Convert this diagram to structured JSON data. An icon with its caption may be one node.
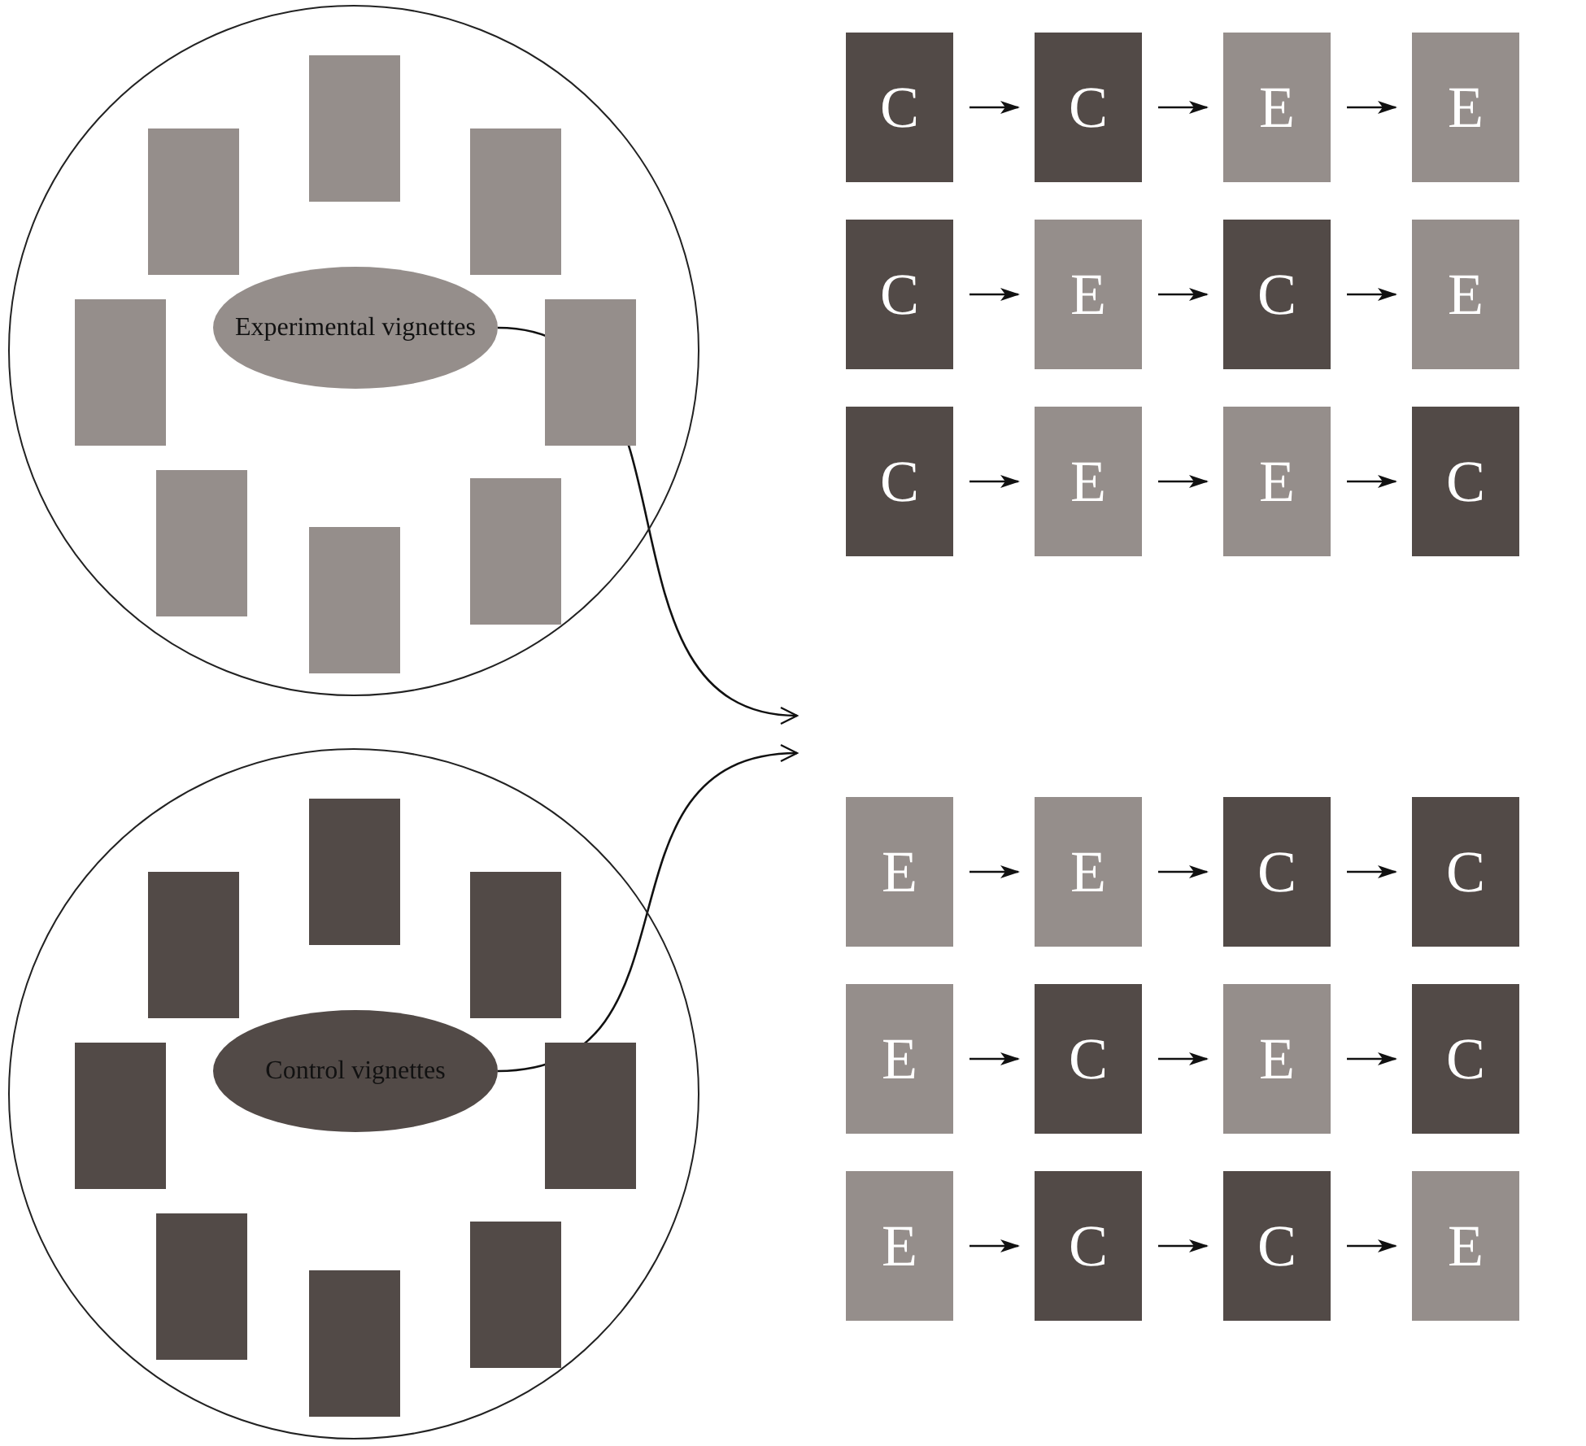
{
  "diagram": {
    "nodes": [
      {
        "text": [],
        "shape": "circle"
      },
      {
        "text": [],
        "shape": "box",
        "in": 0
      },
      {
        "text": [],
        "shape": "box",
        "in": 0
      },
      {
        "text": [],
        "shape": "box",
        "in": 0
      },
      {
        "text": [],
        "shape": "box",
        "in": 0
      },
      {
        "text": [],
        "shape": "box",
        "in": 0
      },
      {
        "text": [],
        "shape": "box",
        "in": 0
      },
      {
        "text": [],
        "shape": "box",
        "in": 0
      },
      {
        "text": [],
        "shape": "box",
        "in": 0
      },
      {
        "text": [
          "Experimental vignettes"
        ],
        "in": 0
      },
      {
        "text": [],
        "shape": "circle"
      },
      {
        "text": [],
        "shape": "box",
        "in": 10
      },
      {
        "text": [],
        "shape": "box",
        "in": 10
      },
      {
        "text": [],
        "shape": "box",
        "in": 10
      },
      {
        "text": [],
        "shape": "box",
        "in": 10
      },
      {
        "text": [],
        "shape": "box",
        "in": 10
      },
      {
        "text": [],
        "shape": "box",
        "in": 10
      },
      {
        "text": [],
        "shape": "box",
        "in": 10
      },
      {
        "text": [],
        "shape": "box",
        "in": 10
      },
      {
        "text": [
          "Control vignettes"
        ],
        "in": 10
      },
      {
        "text": [
          "C"
        ]
      },
      {
        "text": [
          "C"
        ]
      },
      {
        "text": [
          "E"
        ]
      },
      {
        "text": [
          "E"
        ]
      },
      {
        "text": [
          "C"
        ]
      },
      {
        "text": [
          "E"
        ]
      },
      {
        "text": [
          "C"
        ]
      },
      {
        "text": [
          "E"
        ]
      },
      {
        "text": [
          "C"
        ]
      },
      {
        "text": [
          "E"
        ]
      },
      {
        "text": [
          "E"
        ]
      },
      {
        "text": [
          "C"
        ]
      },
      {
        "text": [
          "E"
        ]
      },
      {
        "text": [
          "E"
        ]
      },
      {
        "text": [
          "C"
        ]
      },
      {
        "text": [
          "C"
        ]
      },
      {
        "text": [
          "E"
        ]
      },
      {
        "text": [
          "C"
        ]
      },
      {
        "text": [
          "E"
        ]
      },
      {
        "text": [
          "C"
        ]
      },
      {
        "text": [
          "E"
        ]
      },
      {
        "text": [
          "C"
        ]
      },
      {
        "text": [
          "C"
        ]
      },
      {
        "text": [
          "E"
        ]
      }
    ],
    "edges": [
      {
        "from": 9,
        "to": null,
        "arrow": "to"
      },
      {
        "from": 19,
        "to": null,
        "arrow": "to"
      },
      {
        "from": 20,
        "to": 21,
        "arrow": "to"
      },
      {
        "from": 21,
        "to": 22,
        "arrow": "to"
      },
      {
        "from": 22,
        "to": 23,
        "arrow": "to"
      },
      {
        "from": 24,
        "to": 25,
        "arrow": "to"
      },
      {
        "from": 25,
        "to": 26,
        "arrow": "to"
      },
      {
        "from": 26,
        "to": 27,
        "arrow": "to"
      },
      {
        "from": 28,
        "to": 29,
        "arrow": "to"
      },
      {
        "from": 29,
        "to": 30,
        "arrow": "to"
      },
      {
        "from": 30,
        "to": 31,
        "arrow": "to"
      },
      {
        "from": 32,
        "to": 33,
        "arrow": "to"
      },
      {
        "from": 33,
        "to": 34,
        "arrow": "to"
      },
      {
        "from": 34,
        "to": 35,
        "arrow": "to"
      },
      {
        "from": 36,
        "to": 37,
        "arrow": "to"
      },
      {
        "from": 37,
        "to": 38,
        "arrow": "to"
      },
      {
        "from": 38,
        "to": 39,
        "arrow": "to"
      },
      {
        "from": 40,
        "to": 41,
        "arrow": "to"
      },
      {
        "from": 41,
        "to": 42,
        "arrow": "to"
      },
      {
        "from": 42,
        "to": 43,
        "arrow": "to"
      }
    ]
  }
}
